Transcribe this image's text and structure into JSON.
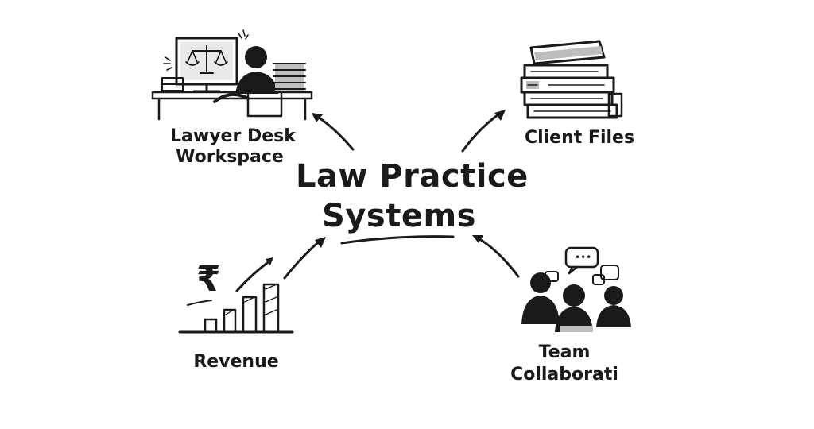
{
  "title": {
    "line1": "Law Practice",
    "line2": "Systems"
  },
  "nodes": {
    "lawyer_desk": {
      "line1": "Lawyer Desk",
      "line2": "Workspace",
      "icon": "lawyer-desk-icon"
    },
    "client_files": {
      "label": "Client Files",
      "icon": "book-stack-icon"
    },
    "revenue": {
      "label": "Revenue",
      "icon": "rupee-bar-chart-icon",
      "currency_symbol": "₹"
    },
    "team": {
      "line1": "Team",
      "line2": "Collaborati",
      "icon": "team-chat-icon"
    }
  },
  "chat_dots": "•••"
}
